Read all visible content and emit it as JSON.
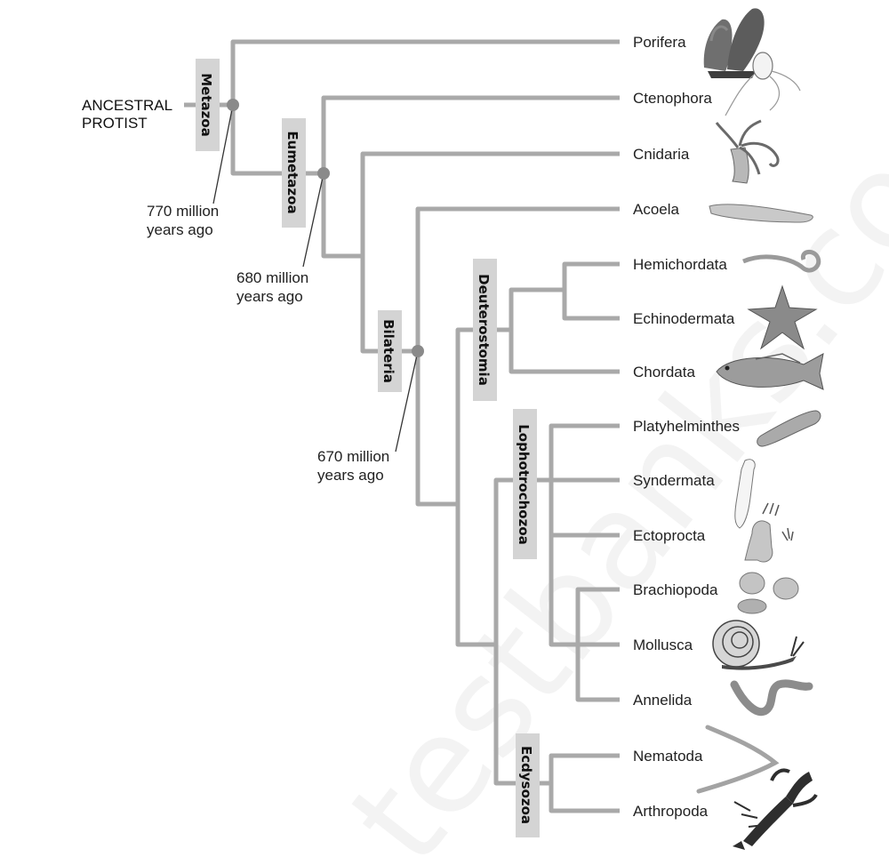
{
  "ancestor": {
    "line1": "ANCESTRAL",
    "line2": "PROTIST"
  },
  "clades": {
    "metazoa": "Metazoa",
    "eumetazoa": "Eumetazoa",
    "bilateria": "Bilateria",
    "deuterostomia": "Deuterostomia",
    "lophotrochozoa": "Lophotrochozoa",
    "ecdysozoa": "Ecdysozoa"
  },
  "divergence_notes": {
    "metazoa": {
      "line1": "770 million",
      "line2": "years ago"
    },
    "eumetazoa": {
      "line1": "680 million",
      "line2": "years ago"
    },
    "bilateria": {
      "line1": "670 million",
      "line2": "years ago"
    }
  },
  "taxa": [
    "Porifera",
    "Ctenophora",
    "Cnidaria",
    "Acoela",
    "Hemichordata",
    "Echinodermata",
    "Chordata",
    "Platyhelminthes",
    "Syndermata",
    "Ectoprocta",
    "Brachiopoda",
    "Mollusca",
    "Annelida",
    "Nematoda",
    "Arthropoda"
  ],
  "watermark": "testbanks.com",
  "colors": {
    "branch": "#a9a9a9",
    "node": "#8a8a8a",
    "clade_box": "#d4d4d4"
  }
}
